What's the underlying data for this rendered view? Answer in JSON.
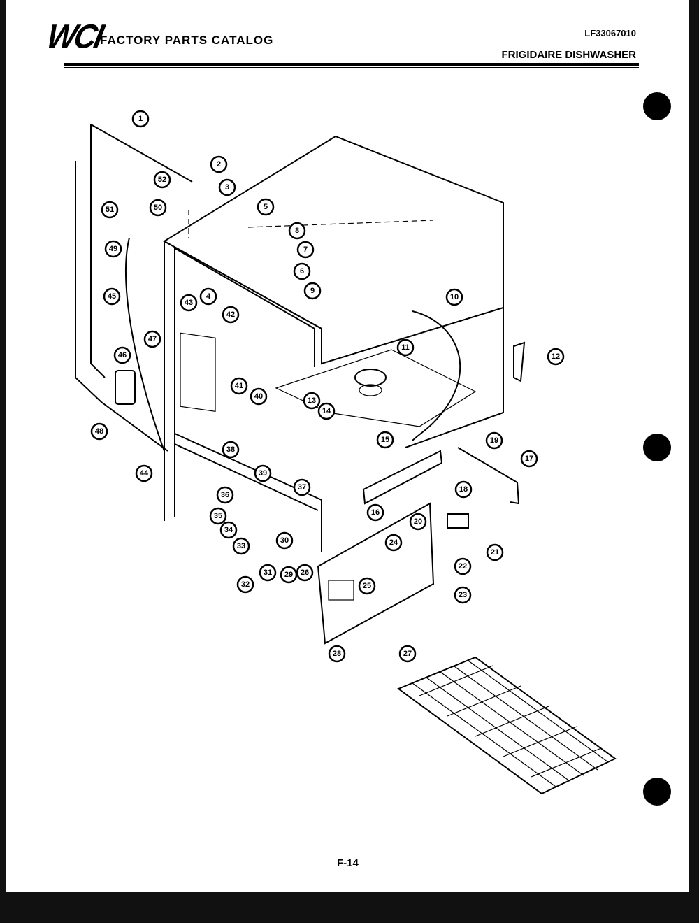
{
  "header": {
    "logo": "WCI",
    "catalog_title": "FACTORY PARTS CATALOG",
    "model_number": "LF33067010",
    "product": "FRIGIDAIRE DISHWASHER"
  },
  "footer": {
    "page": "F-14"
  },
  "callouts": [
    "1",
    "2",
    "52",
    "3",
    "51",
    "50",
    "5",
    "8",
    "7",
    "6",
    "9",
    "49",
    "45",
    "43",
    "4",
    "42",
    "47",
    "46",
    "41",
    "40",
    "10",
    "11",
    "12",
    "13",
    "14",
    "38",
    "48",
    "44",
    "15",
    "19",
    "17",
    "39",
    "37",
    "36",
    "35",
    "34",
    "18",
    "16",
    "20",
    "24",
    "33",
    "30",
    "21",
    "22",
    "31",
    "29",
    "26",
    "32",
    "25",
    "23",
    "28",
    "27"
  ]
}
